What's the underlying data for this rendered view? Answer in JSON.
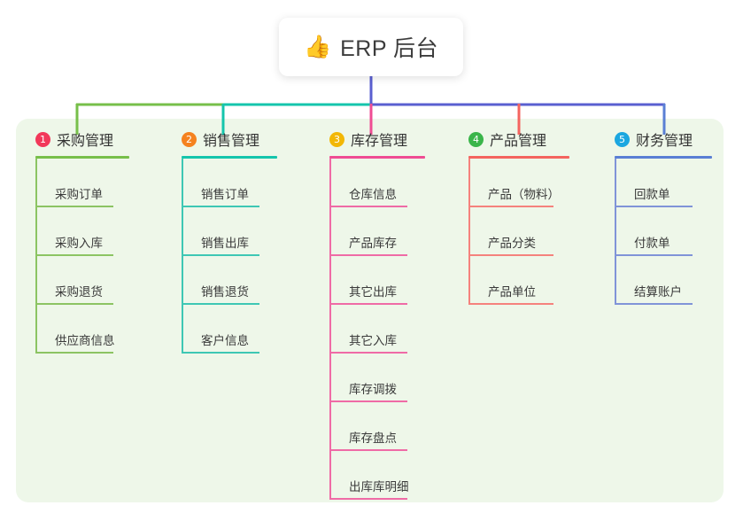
{
  "root": {
    "icon": "thumbs-up-icon",
    "emoji": "👍",
    "title": "ERP 后台"
  },
  "palette": {
    "panel_bg": "#eef7e9",
    "page_bg": "#ffffff",
    "root_trunk": "#5a5fd0",
    "branch_green": "#77bf4a",
    "branch_teal": "#15c5ac",
    "branch_blue": "#5a5fd0",
    "drop_green": "#77bf4a",
    "drop_teal": "#15c5ac",
    "drop_pink": "#ef4c93",
    "drop_red": "#f4645f",
    "drop_blue": "#5a7fd4"
  },
  "columns": [
    {
      "index": "1",
      "badge_color": "#f2385a",
      "title": "采购管理",
      "rule_color": "#77bf4a",
      "line_color": "#8cc463",
      "items": [
        {
          "label": "采购订单"
        },
        {
          "label": "采购入库"
        },
        {
          "label": "采购退货"
        },
        {
          "label": "供应商信息"
        }
      ]
    },
    {
      "index": "2",
      "badge_color": "#f5821f",
      "title": "销售管理",
      "rule_color": "#15c5ac",
      "line_color": "#3ec7b4",
      "items": [
        {
          "label": "销售订单"
        },
        {
          "label": "销售出库"
        },
        {
          "label": "销售退货"
        },
        {
          "label": "客户信息"
        }
      ]
    },
    {
      "index": "3",
      "badge_color": "#f2b705",
      "title": "库存管理",
      "rule_color": "#ef4c93",
      "line_color": "#ef6ba6",
      "items": [
        {
          "label": "仓库信息"
        },
        {
          "label": "产品库存"
        },
        {
          "label": "其它出库"
        },
        {
          "label": "其它入库"
        },
        {
          "label": "库存调拨"
        },
        {
          "label": "库存盘点"
        },
        {
          "label": "出库库明细"
        }
      ]
    },
    {
      "index": "4",
      "badge_color": "#3ab54a",
      "title": "产品管理",
      "rule_color": "#f4645f",
      "line_color": "#f5827d",
      "items": [
        {
          "label": "产品（物料）"
        },
        {
          "label": "产品分类"
        },
        {
          "label": "产品单位"
        }
      ]
    },
    {
      "index": "5",
      "badge_color": "#1ba7e0",
      "title": "财务管理",
      "rule_color": "#5a7fd4",
      "line_color": "#8094d8",
      "items": [
        {
          "label": "回款单"
        },
        {
          "label": "付款单"
        },
        {
          "label": "结算账户"
        }
      ]
    }
  ]
}
